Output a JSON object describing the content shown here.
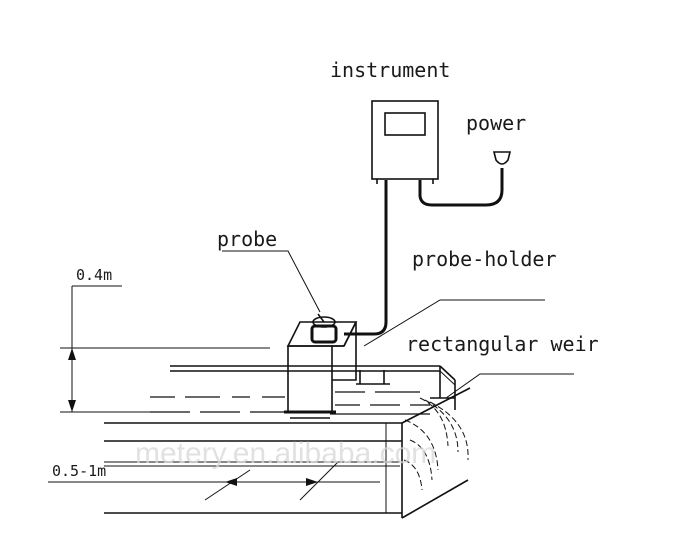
{
  "labels": {
    "instrument": "instrument",
    "power": "power",
    "probe": "probe",
    "probe_holder": "probe-holder",
    "rectangular_weir": "rectangular weir",
    "height": "0.4m",
    "distance": "0.5-1m"
  },
  "watermark": "metery.en.alibaba.com"
}
